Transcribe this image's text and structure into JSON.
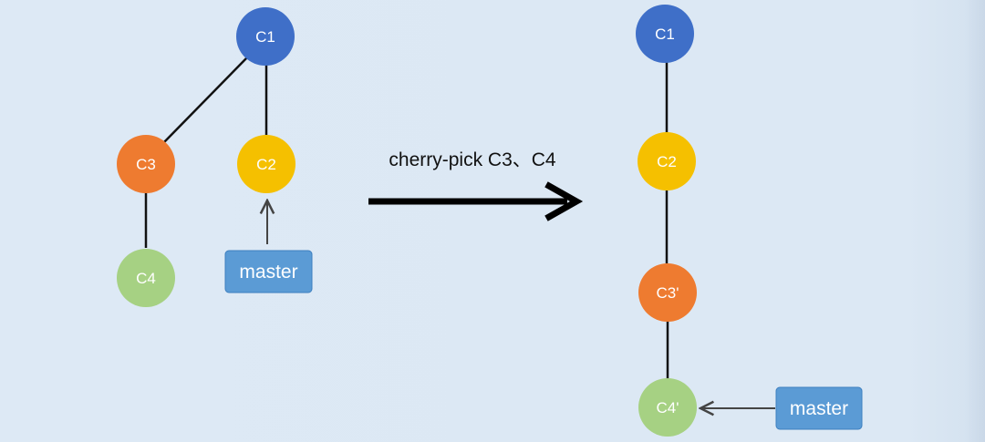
{
  "colors": {
    "c1": "#3f6fc8",
    "c2": "#f5c000",
    "c3": "#ee7b30",
    "c4": "#a6d183",
    "branch": "#5b9bd5",
    "line": "#111111"
  },
  "before": {
    "nodes": {
      "c1": "C1",
      "c2": "C2",
      "c3": "C3",
      "c4": "C4"
    },
    "branch": "master"
  },
  "operation": "cherry-pick C3、C4",
  "after": {
    "nodes": {
      "c1": "C1",
      "c2": "C2",
      "c3p": "C3'",
      "c4p": "C4'"
    },
    "branch": "master"
  }
}
